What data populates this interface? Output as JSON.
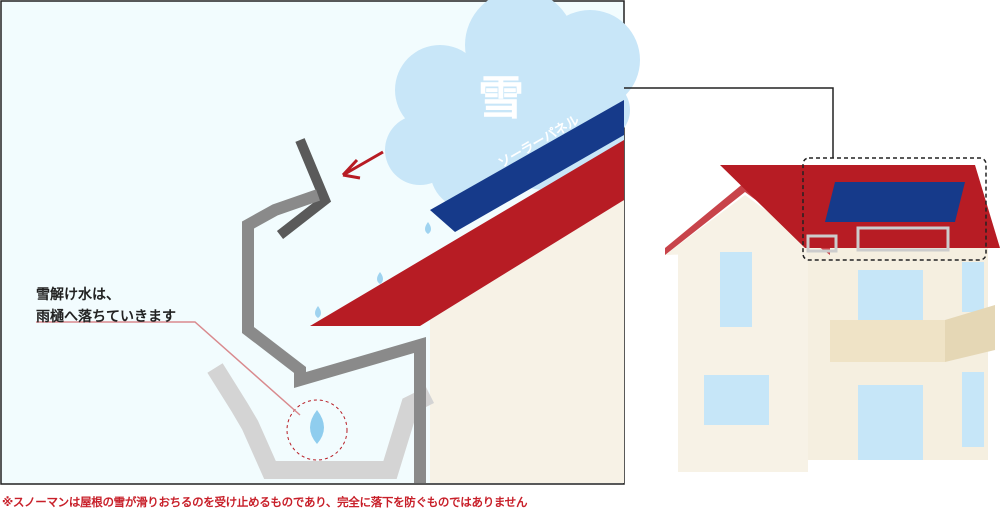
{
  "callout": {
    "line1": "雪解け水は、",
    "line2": "雨樋へ落ちていきます"
  },
  "cloud_label": "雪",
  "panel_label": "ソーラーパネル",
  "footnote": "※スノーマンは屋根の雪が滑りおちるのを受け止めるものであり、完全に落下を防ぐものではありません",
  "colors": {
    "roof": "#b71c24",
    "panel": "#163a8a",
    "cloud": "#c8e6f8",
    "wall": "#f7f2e6",
    "background": "#f2fcfe",
    "guard": "#5a5a5a",
    "note": "#c8202a"
  }
}
